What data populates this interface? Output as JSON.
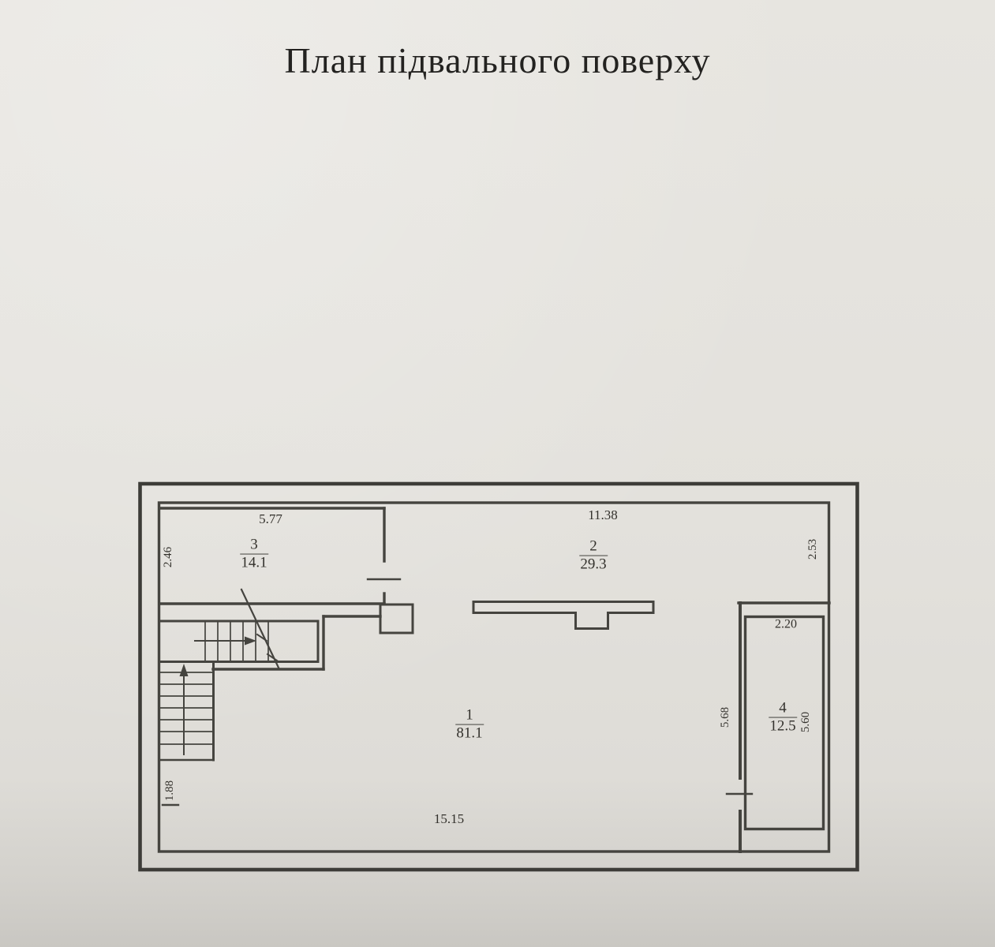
{
  "title": "План підвального поверху",
  "rooms": {
    "r1": {
      "number": "1",
      "area": "81.1"
    },
    "r2": {
      "number": "2",
      "area": "29.3"
    },
    "r3": {
      "number": "3",
      "area": "14.1"
    },
    "r4": {
      "number": "4",
      "area": "12.5"
    }
  },
  "dims": {
    "room3_width": "5.77",
    "room3_height": "2.46",
    "room2_width": "11.38",
    "room2_height": "2.53",
    "room4_width": "2.20",
    "room4_wall_height": "5.68",
    "room4_height": "5.60",
    "plan_width": "15.15",
    "stair_exit": "1.88"
  },
  "colors": {
    "paper": "#e3e1dc",
    "line": "#45443f",
    "text": "#33312c"
  }
}
